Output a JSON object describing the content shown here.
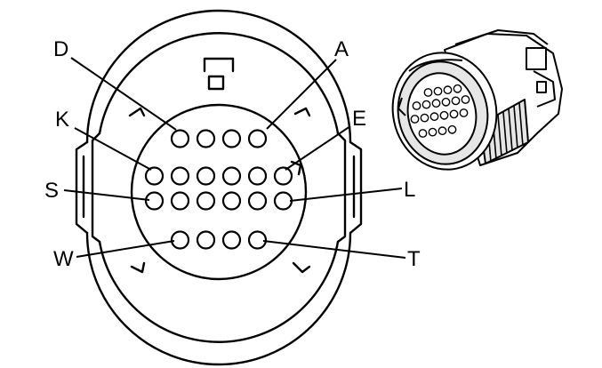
{
  "diagram": {
    "pin_labels": {
      "D": "D",
      "A": "A",
      "K": "K",
      "E": "E",
      "S": "S",
      "L": "L",
      "W": "W",
      "T": "T"
    },
    "cavity_rows": [
      4,
      6,
      6,
      4
    ],
    "colors": {
      "line": "#000000",
      "background": "#ffffff",
      "housing_fill": "#e6e6e6"
    }
  }
}
